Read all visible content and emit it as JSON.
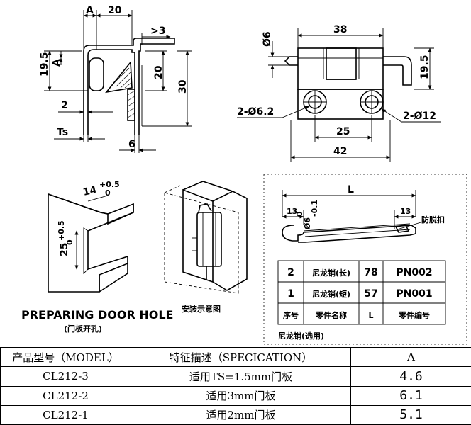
{
  "top_left": {
    "dim_a": "A",
    "dim_20_top": "20",
    "dim_gt3": ">3",
    "dim_a_side": "A",
    "dim_19_5": "19.5",
    "dim_20_v": "20",
    "dim_30": "30",
    "dim_2": "2",
    "dim_ts": "Ts",
    "dim_6": "6"
  },
  "top_right": {
    "dim_38": "38",
    "dim_d6": "Ø6",
    "dim_19_5": "19.5",
    "dim_2d62": "2-Ø6.2",
    "dim_2d12": "2-Ø12",
    "dim_25": "25",
    "dim_42": "42"
  },
  "door_hole": {
    "dim_14": "14",
    "tol_14": "+0.5",
    "tol_14_low": "0",
    "dim_25": "25",
    "tol_25": "+0.5",
    "tol_25_low": "0",
    "title": "PREPARING DOOR HOLE",
    "subtitle": "(门板开孔)"
  },
  "install": {
    "caption": "安装示意图"
  },
  "pin": {
    "dim_l": "L",
    "dim_13_left": "13",
    "dim_13_right": "13",
    "dim_pin_dia": "Ø6",
    "tol_pin": "0",
    "tol_pin_low": "-0.1",
    "anti_drop": "防脱扣",
    "caption": "尼龙销(选用)",
    "table": [
      [
        "2",
        "尼龙销(长)",
        "78",
        "PN002"
      ],
      [
        "1",
        "尼龙销(短)",
        "57",
        "PN001"
      ],
      [
        "序号",
        "零件名称",
        "L",
        "零件编号"
      ]
    ]
  },
  "spec_table": {
    "headers": [
      "产品型号（MODEL）",
      "特征描述（SPECICATION）",
      "A"
    ],
    "rows": [
      [
        "CL212-3",
        "适用TS=1.5mm门板",
        "4.6"
      ],
      [
        "CL212-2",
        "适用3mm门板",
        "6.1"
      ],
      [
        "CL212-1",
        "适用2mm门板",
        "5.1"
      ]
    ]
  }
}
